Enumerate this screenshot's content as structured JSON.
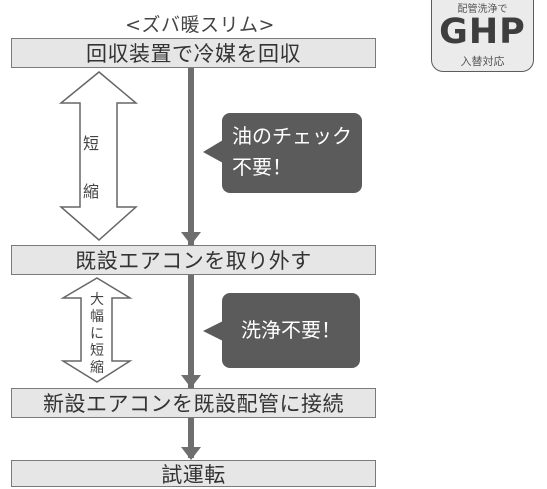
{
  "subtitle": "<ズバ暖スリム>",
  "steps": [
    "回収装置で冷媒を回収",
    "既設エアコンを取り外す",
    "新設エアコンを既設配管に接続",
    "試運転"
  ],
  "short_label": [
    "短",
    "縮"
  ],
  "big_short_label": [
    "大",
    "幅",
    "に",
    "短",
    "縮"
  ],
  "bubbles": [
    [
      "油のチェック",
      "不要！"
    ],
    [
      "洗浄不要！"
    ]
  ],
  "badge": {
    "top": "配管洗浄で",
    "main": "GHP",
    "bottom": "入替対応"
  },
  "colors": {
    "step_fill": "#e6e6e6",
    "step_border": "#7a7a7a",
    "flow_line": "#6e6e6e",
    "bubble": "#5b5b5b",
    "badge_fill": "#ebebeb"
  }
}
